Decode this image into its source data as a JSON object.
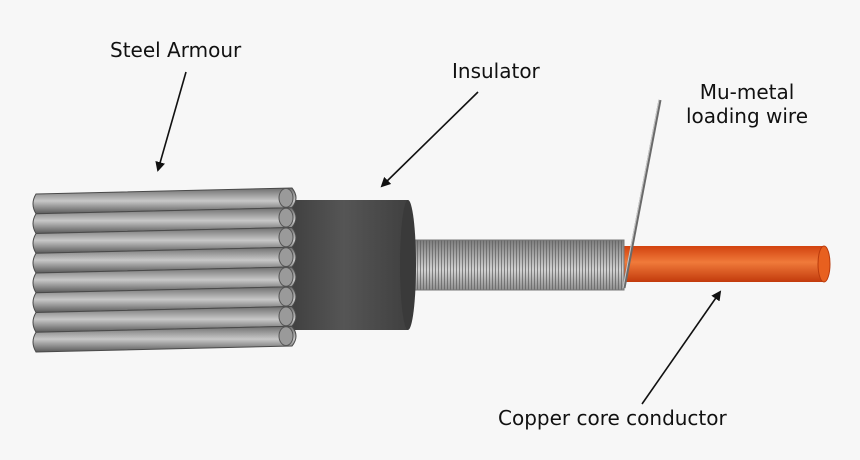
{
  "labels": {
    "steel_armour": "Steel Armour",
    "insulator": "Insulator",
    "mu_metal_line1": "Mu-metal",
    "mu_metal_line2": "loading wire",
    "copper": "Copper core conductor"
  },
  "colors": {
    "background": "#f7f7f7",
    "copper": "#e04a14",
    "copper_highlight": "#f07030",
    "insulator": "#4a4a4a",
    "insulator_face": "#3e3e3e",
    "armour": "#8c8c8c",
    "wire_coil": "#9a9a9a"
  }
}
